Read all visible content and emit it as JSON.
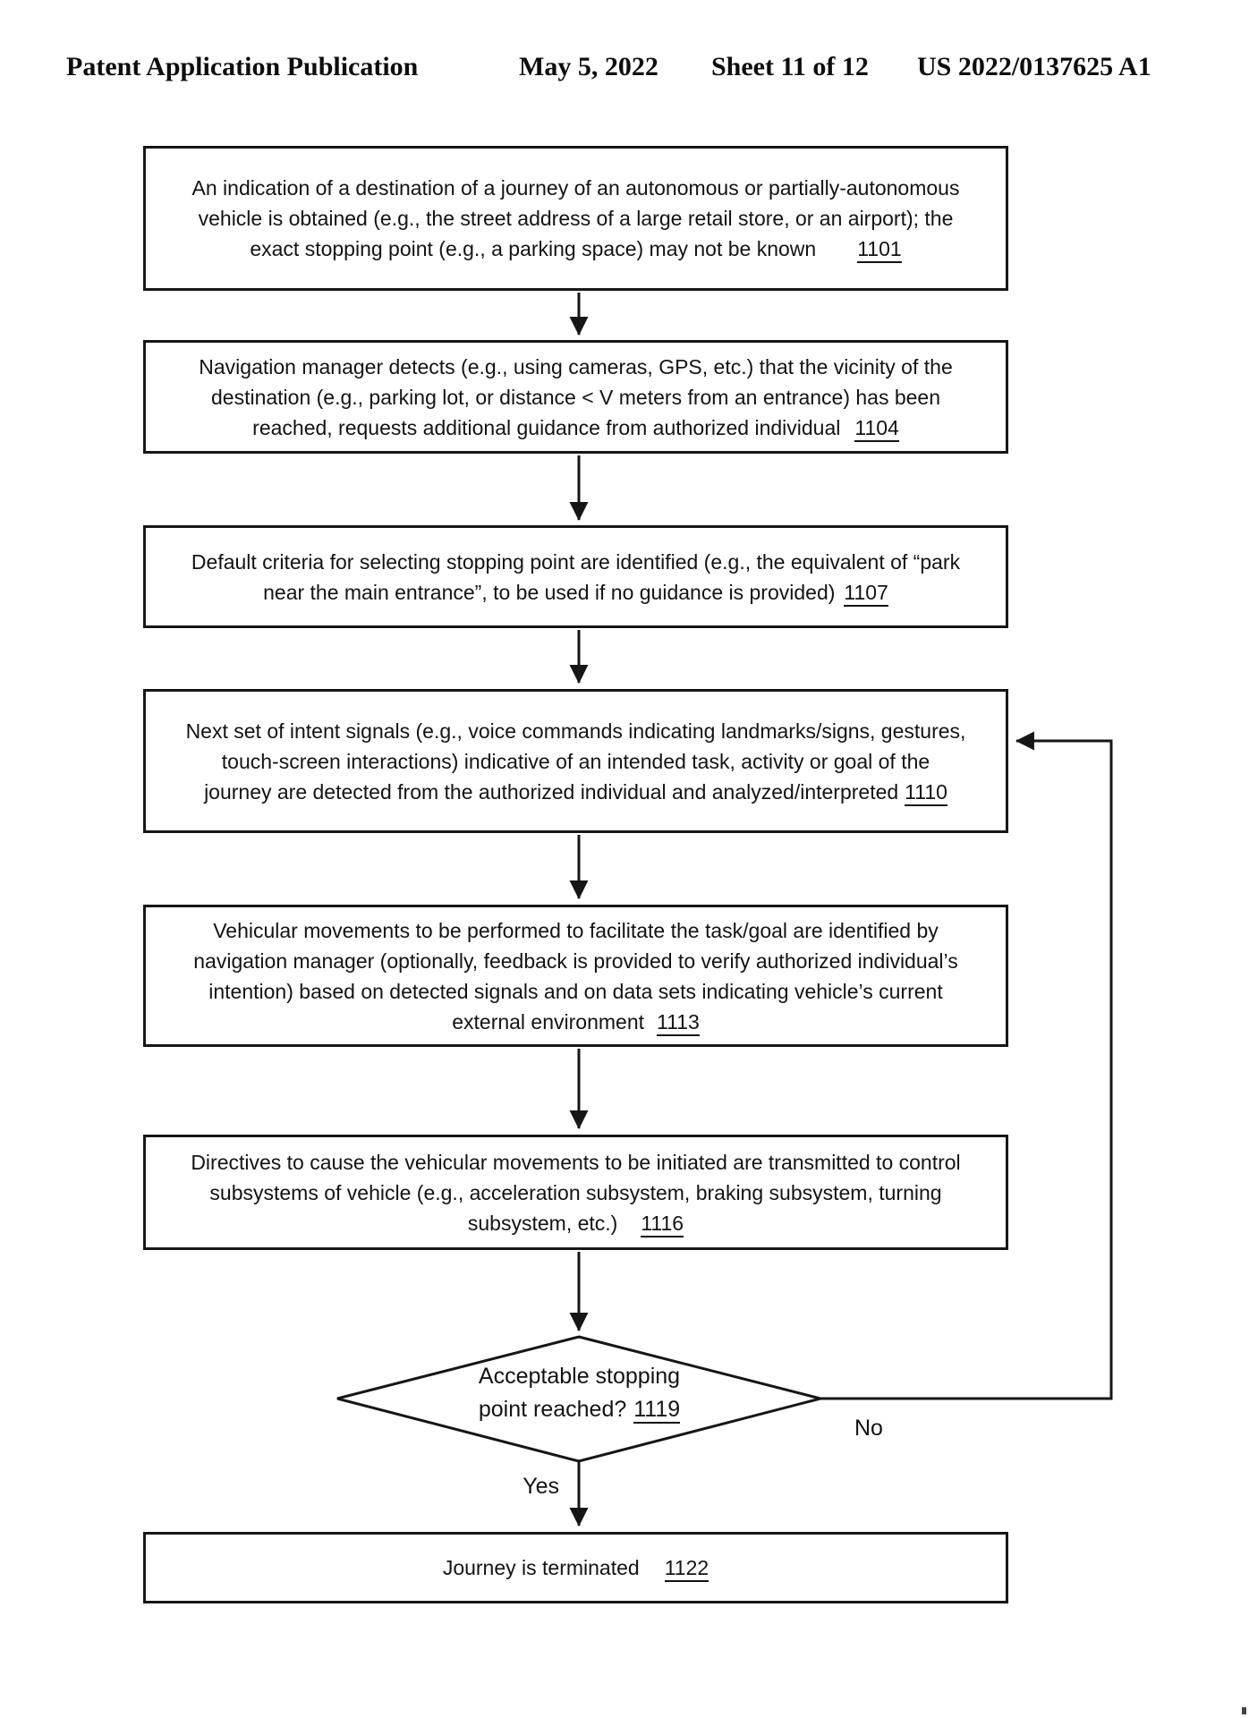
{
  "header": {
    "publication": "Patent Application Publication",
    "date": "May 5, 2022",
    "sheet": "Sheet 11 of 12",
    "patent_number": "US 2022/0137625 A1"
  },
  "flow": {
    "nodes": [
      {
        "type": "process",
        "ref": "1101",
        "lines": [
          "An indication of a destination of a journey of an autonomous or partially-autonomous",
          "vehicle is obtained (e.g., the street address of a large retail store, or an airport); the",
          "exact stopping point (e.g., a parking space) may not be known"
        ]
      },
      {
        "type": "process",
        "ref": "1104",
        "lines": [
          "Navigation manager detects (e.g., using cameras, GPS, etc.) that the vicinity of the",
          "destination (e.g., parking lot, or distance < V meters from an entrance) has been",
          "reached, requests additional guidance from authorized individual"
        ]
      },
      {
        "type": "process",
        "ref": "1107",
        "lines": [
          "Default criteria for selecting stopping point are identified (e.g., the equivalent of “park",
          "near the main entrance”, to be used if no guidance is provided)"
        ]
      },
      {
        "type": "process",
        "ref": "1110",
        "lines": [
          "Next set of intent signals (e.g., voice commands indicating landmarks/signs, gestures,",
          "touch-screen interactions) indicative of an intended task, activity or goal of the",
          "journey are detected from the authorized individual and analyzed/interpreted"
        ]
      },
      {
        "type": "process",
        "ref": "1113",
        "lines": [
          "Vehicular movements to be performed to facilitate the task/goal are identified by",
          "navigation manager (optionally, feedback is provided to verify authorized individual’s",
          "intention) based on detected signals and on data sets indicating vehicle’s current",
          "external environment"
        ]
      },
      {
        "type": "process",
        "ref": "1116",
        "lines": [
          "Directives to cause the vehicular movements to be initiated are transmitted to control",
          "subsystems of vehicle (e.g., acceleration subsystem, braking subsystem, turning",
          "subsystem, etc.)"
        ]
      },
      {
        "type": "decision",
        "ref": "1119",
        "lines": [
          "Acceptable stopping",
          "point reached?"
        ]
      },
      {
        "type": "terminal",
        "ref": "1122",
        "lines": [
          "Journey is terminated"
        ]
      }
    ],
    "labels": {
      "yes": "Yes",
      "no": "No"
    }
  },
  "colors": {
    "line": "#161616",
    "text": "#131313",
    "background": "#ffffff"
  }
}
